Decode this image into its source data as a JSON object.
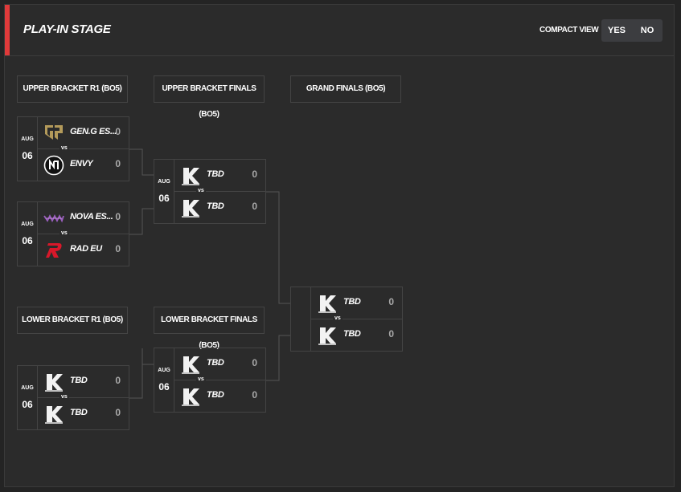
{
  "header": {
    "title": "PLAY-IN STAGE",
    "compact_label": "COMPACT VIEW",
    "compact_options": [
      "YES",
      "NO"
    ]
  },
  "rounds": {
    "ub_r1": "UPPER BRACKET R1 (BO5)",
    "ub_finals": "UPPER BRACKET FINALS (BO5)",
    "grand_finals": "GRAND FINALS (BO5)",
    "lb_r1": "LOWER BRACKET R1 (BO5)",
    "lb_finals": "LOWER BRACKET FINALS (BO5)"
  },
  "vs_label": "vs",
  "matches": {
    "ub1": {
      "month": "AUG",
      "day": "06",
      "team1": {
        "name": "GEN.G ES...",
        "score": "0",
        "logo": "geng-logo"
      },
      "team2": {
        "name": "ENVY",
        "score": "0",
        "logo": "envy-logo"
      }
    },
    "ub2": {
      "month": "AUG",
      "day": "06",
      "team1": {
        "name": "NOVA ES...",
        "score": "0",
        "logo": "nova-logo"
      },
      "team2": {
        "name": "RAD EU",
        "score": "0",
        "logo": "rad-logo"
      }
    },
    "ubf": {
      "month": "AUG",
      "day": "06",
      "team1": {
        "name": "TBD",
        "score": "0",
        "logo": "tbd-logo"
      },
      "team2": {
        "name": "TBD",
        "score": "0",
        "logo": "tbd-logo"
      }
    },
    "gf": {
      "team1": {
        "name": "TBD",
        "score": "0",
        "logo": "tbd-logo"
      },
      "team2": {
        "name": "TBD",
        "score": "0",
        "logo": "tbd-logo"
      }
    },
    "lb1": {
      "month": "AUG",
      "day": "06",
      "team1": {
        "name": "TBD",
        "score": "0",
        "logo": "tbd-logo"
      },
      "team2": {
        "name": "TBD",
        "score": "0",
        "logo": "tbd-logo"
      }
    },
    "lbf": {
      "month": "AUG",
      "day": "06",
      "team1": {
        "name": "TBD",
        "score": "0",
        "logo": "tbd-logo"
      },
      "team2": {
        "name": "TBD",
        "score": "0",
        "logo": "tbd-logo"
      }
    }
  },
  "colors": {
    "accent": "#e03a3a",
    "panel": "#2b2b2b",
    "border": "#444444",
    "score": "#a9a9a9",
    "geng_gold": "#b39a5a",
    "nova_purple": "#9b5fc0",
    "rad_red": "#d8182a"
  }
}
